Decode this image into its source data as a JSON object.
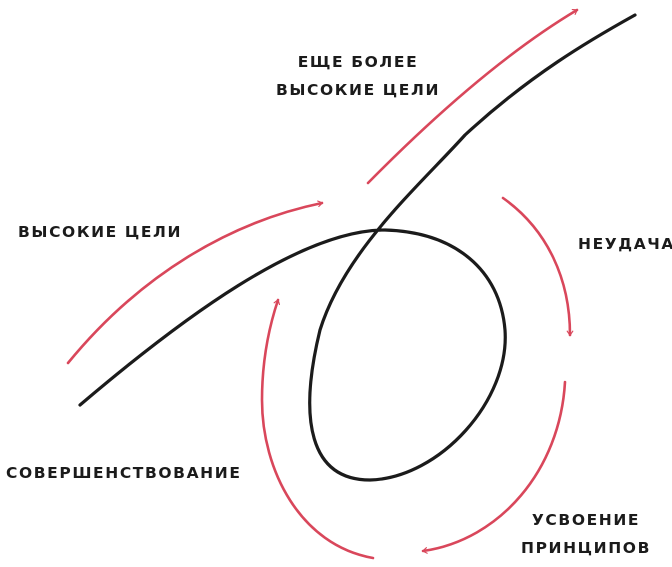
{
  "colors": {
    "curve": "#1b1b1b",
    "arrow": "#d9475b",
    "text": "#1b1b1b",
    "background": "#ffffff"
  },
  "labels": {
    "even_higher_goals": [
      "ЕЩЕ БОЛЕЕ",
      "ВЫСОКИЕ ЦЕЛИ"
    ],
    "high_goals": "ВЫСОКИЕ ЦЕЛИ",
    "failure": "НЕУДАЧА",
    "mastery": [
      "УСВОЕНИЕ",
      "ПРИНЦИПОВ"
    ],
    "improvement": "СОВЕРШЕНСТВОВАНИЕ"
  }
}
